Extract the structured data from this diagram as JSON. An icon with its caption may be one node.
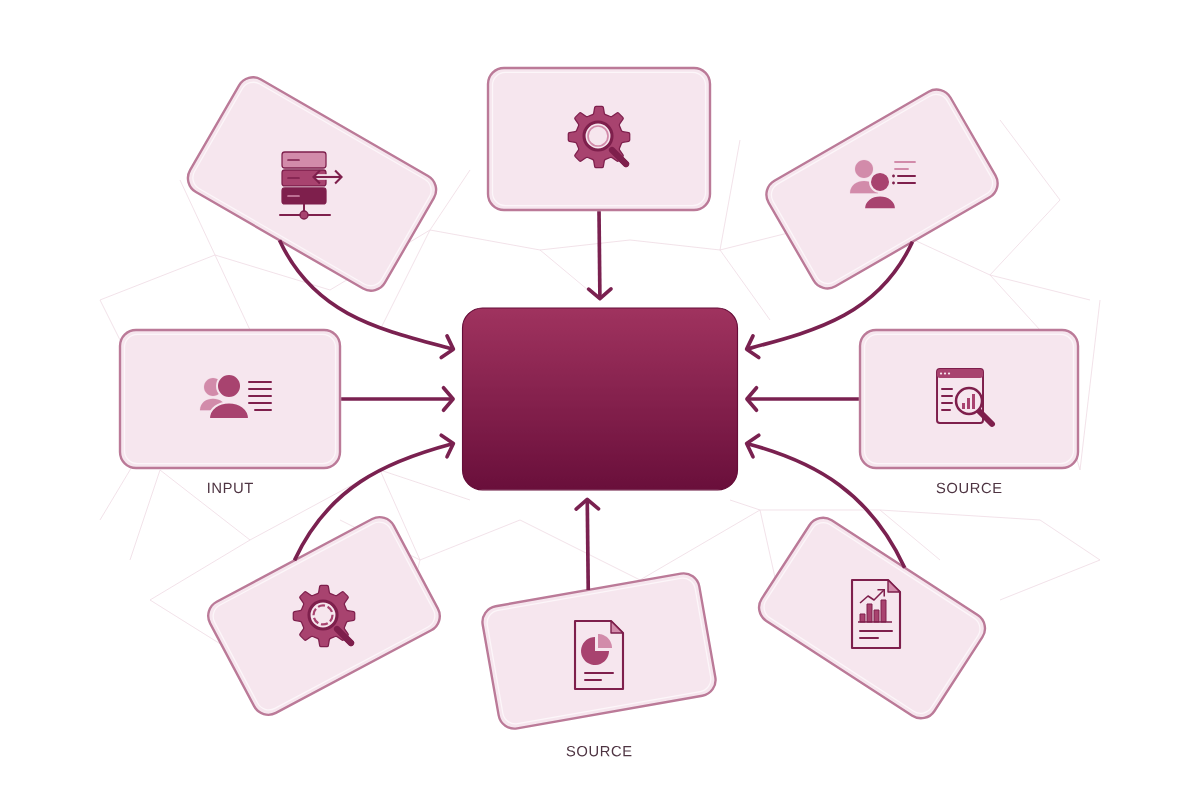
{
  "diagram": {
    "nodes": [
      {
        "text": [],
        "shape": "box"
      },
      {
        "text": [],
        "shape": "box"
      },
      {
        "text": [],
        "shape": "box"
      },
      {
        "text": [],
        "shape": "box",
        "beside": [
          "INPUT"
        ]
      },
      {
        "text": [],
        "shape": "box"
      },
      {
        "text": [],
        "shape": "box",
        "beside": [
          "SOURCE"
        ]
      },
      {
        "text": [],
        "shape": "box"
      },
      {
        "text": [],
        "shape": "box",
        "beside": [
          "SOURCE"
        ]
      },
      {
        "text": [],
        "shape": "box"
      }
    ],
    "edges": [
      {
        "from": 0,
        "to": 4,
        "arrow": "to"
      },
      {
        "from": 1,
        "to": 4,
        "arrow": "to"
      },
      {
        "from": 2,
        "to": 4,
        "arrow": "to"
      },
      {
        "from": 3,
        "to": 4,
        "arrow": "to"
      },
      {
        "from": 5,
        "to": 4,
        "arrow": "to"
      },
      {
        "from": 6,
        "to": 4,
        "arrow": "to"
      },
      {
        "from": 7,
        "to": 4,
        "arrow": "to"
      },
      {
        "from": 8,
        "to": 4,
        "arrow": "to"
      }
    ]
  }
}
